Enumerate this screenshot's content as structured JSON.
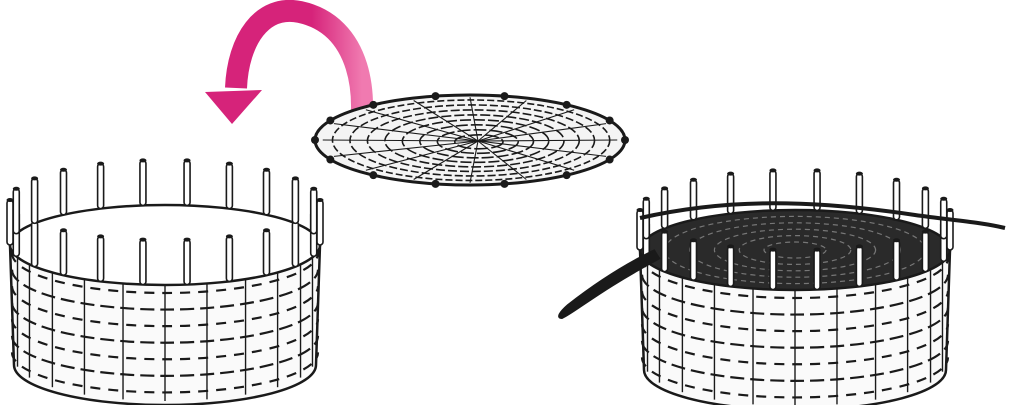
{
  "illustration": {
    "steps": [
      {
        "id": "basket-with-stakes",
        "description_icon": "basket-icon"
      },
      {
        "id": "woven-base-flip",
        "description_icon": "woven-base-icon"
      },
      {
        "id": "basket-with-base-inserted",
        "description_icon": "basket-icon"
      }
    ],
    "arrow": {
      "direction": "flip-over-counterclockwise",
      "color": "#d6237a"
    },
    "colors": {
      "ink": "#1a1a1a",
      "paper": "#ffffff",
      "arrow": "#d6237a",
      "arrow_light": "#f07ab0"
    }
  }
}
